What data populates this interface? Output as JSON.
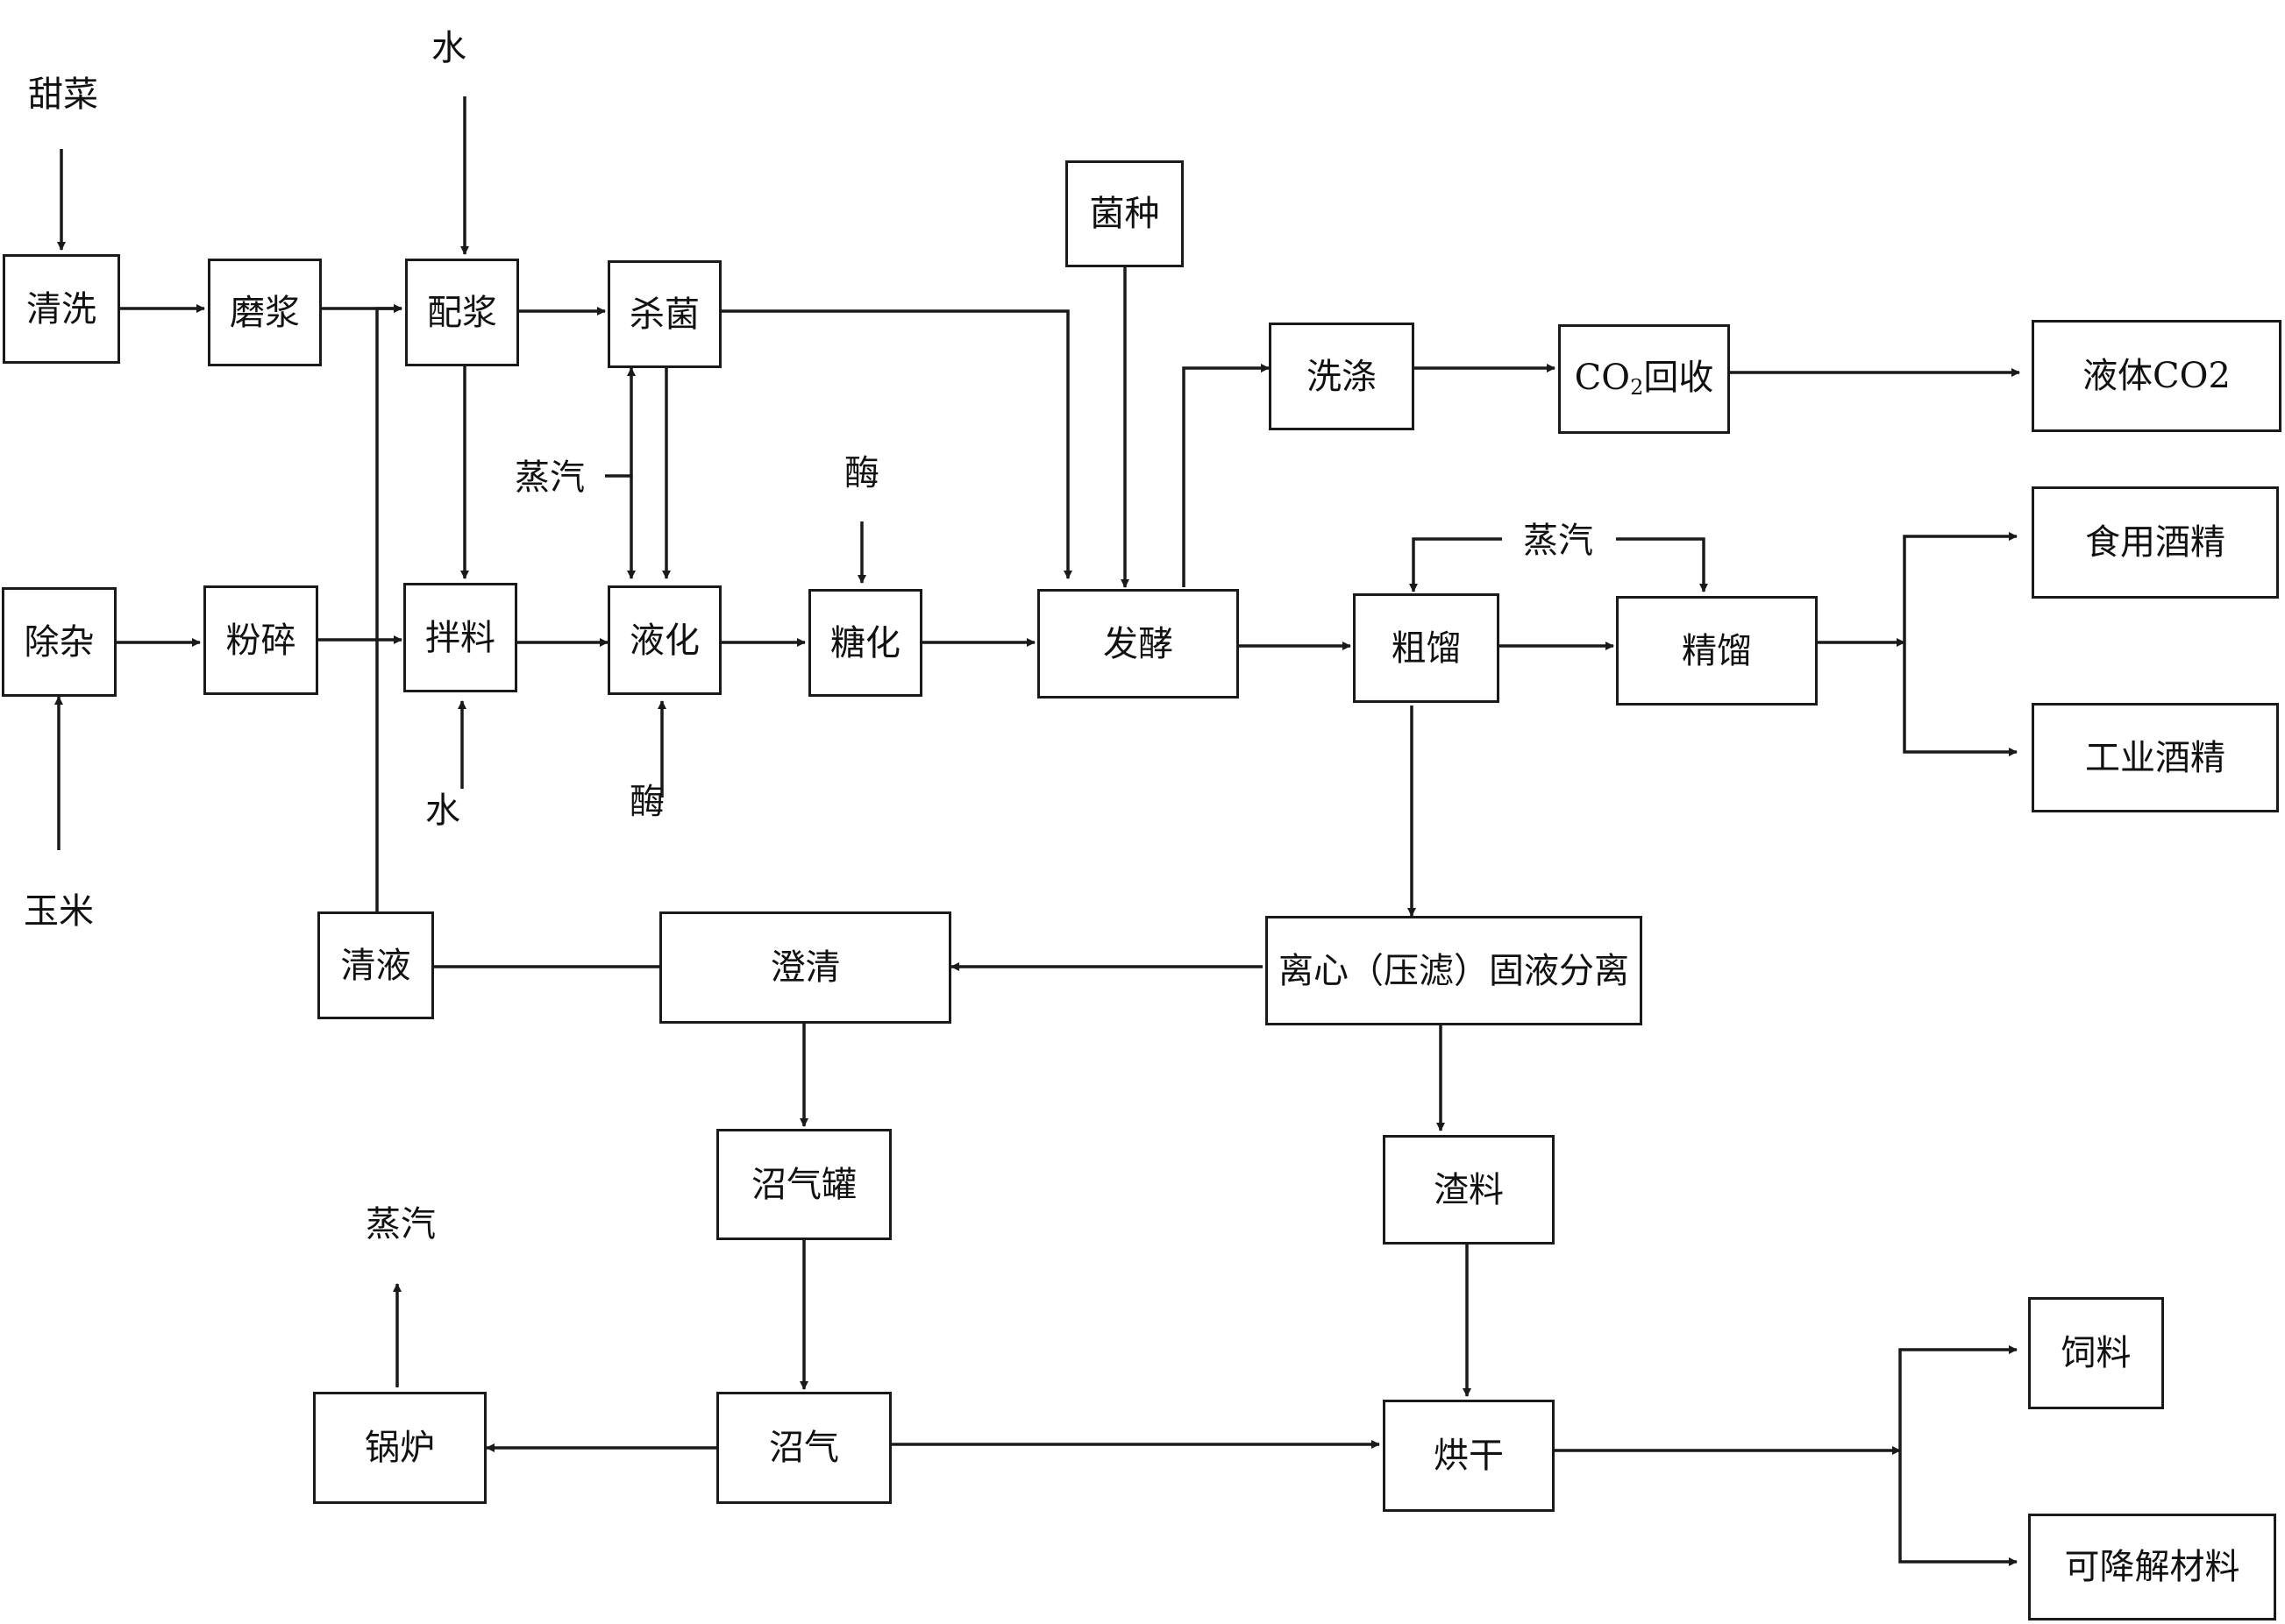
{
  "inputs": {
    "beet": "甜菜",
    "corn": "玉米",
    "water_top": "水",
    "water_bottom": "水",
    "steam_mid": "蒸汽",
    "enzyme_top": "酶",
    "enzyme_bottom": "酶",
    "steam_distill": "蒸汽",
    "steam_boiler": "蒸汽"
  },
  "nodes": {
    "qingxi": "清洗",
    "mojiang": "磨浆",
    "peijiang": "配浆",
    "shajun": "杀菌",
    "junzhong": "菌种",
    "xidi": "洗涤",
    "co2_prefix": "CO",
    "co2_sub": "2",
    "co2_suffix": "回收",
    "liquid_co2": "液体CO2",
    "chuza": "除杂",
    "fensui": "粉碎",
    "banliao": "拌料",
    "yehua": "液化",
    "tanghua": "糖化",
    "fajiao": "发酵",
    "culiu": "粗馏",
    "jingliu": "精馏",
    "edible_alcohol": "食用酒精",
    "industrial_alcohol": "工业酒精",
    "qingye": "清液",
    "chengqing": "澄清",
    "separation": "离心（压滤）固液分离",
    "zhaoqiguan": "沼气罐",
    "zhaliao": "渣料",
    "guolu": "锅炉",
    "zhaoqi": "沼气",
    "honggan": "烘干",
    "siliao": "饲料",
    "biodegradable": "可降解材料"
  }
}
